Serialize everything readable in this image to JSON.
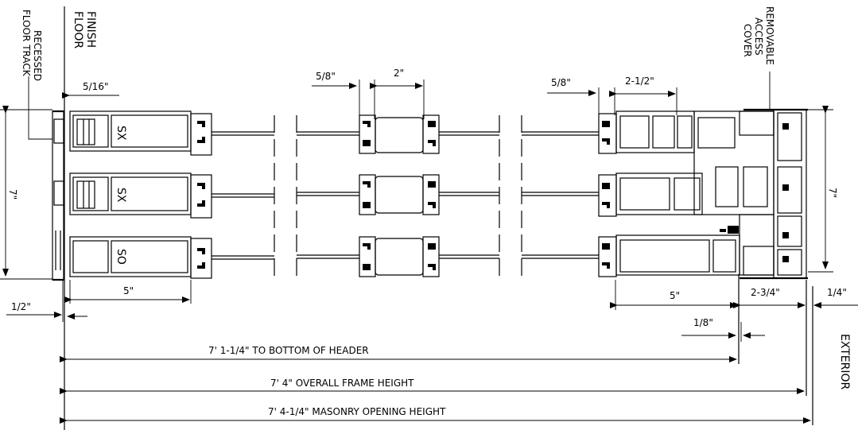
{
  "labels": {
    "recessed_floor_track": [
      "RECESSED",
      "FLOOR TRACK"
    ],
    "finish_floor": [
      "FINISH",
      "FLOOR"
    ],
    "removable_access_cover": [
      "REMOVABLE",
      "ACCESS",
      "COVER"
    ],
    "exterior": "EXTERIOR"
  },
  "panel_labels": [
    "SX",
    "SX",
    "SO"
  ],
  "dimensions": {
    "d_5_16": "5/16\"",
    "d_5_8_a": "5/8\"",
    "d_2": "2\"",
    "d_5_8_b": "5/8\"",
    "d_2_1_2": "2-1/2\"",
    "d_7_left": "7\"",
    "d_7_right": "7\"",
    "d_5_left": "5\"",
    "d_5_right": "5\"",
    "d_1_2": "1/2\"",
    "d_2_3_4": "2-3/4\"",
    "d_1_4": "1/4\"",
    "d_1_8": "1/8\"",
    "to_header": "7' 1-1/4\" TO BOTTOM OF HEADER",
    "overall_frame": "7' 4\" OVERALL FRAME HEIGHT",
    "masonry_opening": "7' 4-1/4\" MASONRY OPENING HEIGHT"
  }
}
